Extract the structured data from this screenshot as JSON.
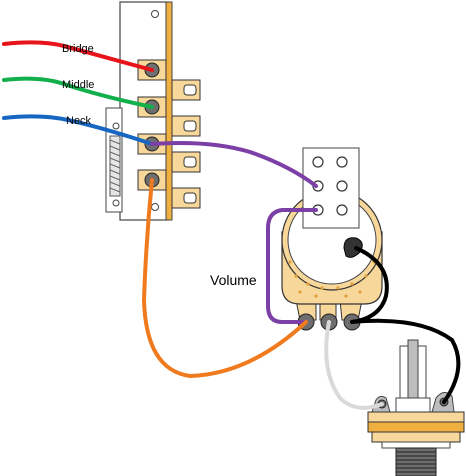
{
  "labels": {
    "bridge": "Bridge",
    "middle": "Middle",
    "neck": "Neck",
    "volume": "Volume"
  },
  "colors": {
    "bridge_wire": "#e8141b",
    "middle_wire": "#12b04c",
    "neck_wire": "#1767c2",
    "purple_wire": "#7c3fa6",
    "orange_wire": "#f07a1e",
    "black_wire": "#000000",
    "gray_wire": "#d9d9d9",
    "lug_fill": "#f7d79a",
    "lug_stroke": "#333333",
    "pot_body": "#f7d79a",
    "switch_plate": "#ffffff"
  }
}
